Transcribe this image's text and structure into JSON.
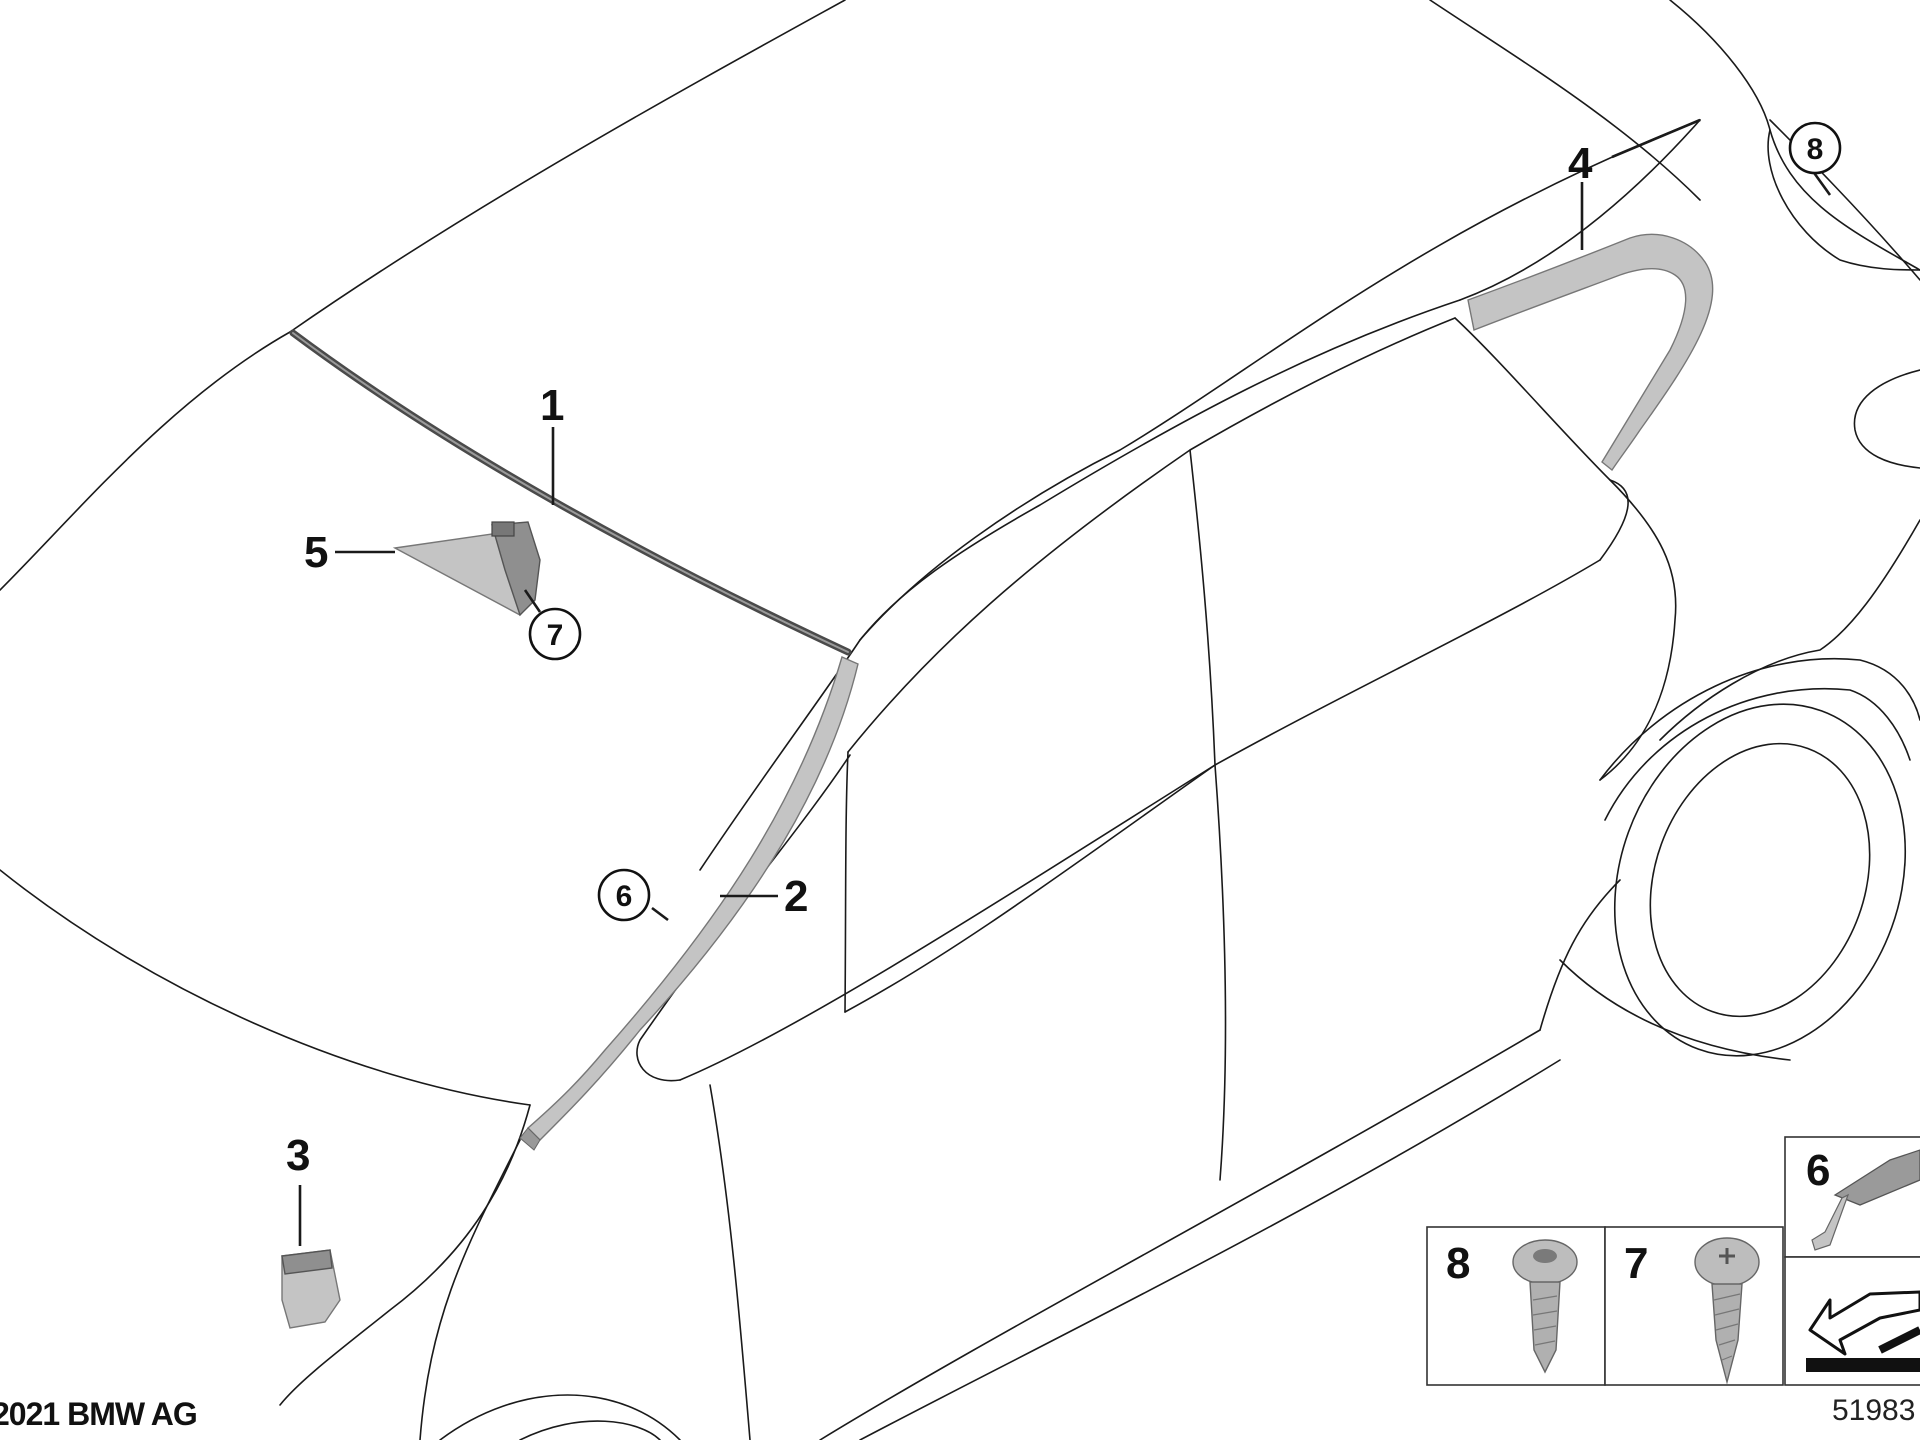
{
  "diagram": {
    "callouts": {
      "c1": "1",
      "c2": "2",
      "c3": "3",
      "c4": "4",
      "c5": "5",
      "c6": "6",
      "c7": "7",
      "c8": "8"
    },
    "legend": {
      "l6": "6",
      "l7": "7",
      "l8": "8"
    },
    "copyright": "2021 BMW AG",
    "drawing_number": "51983"
  }
}
